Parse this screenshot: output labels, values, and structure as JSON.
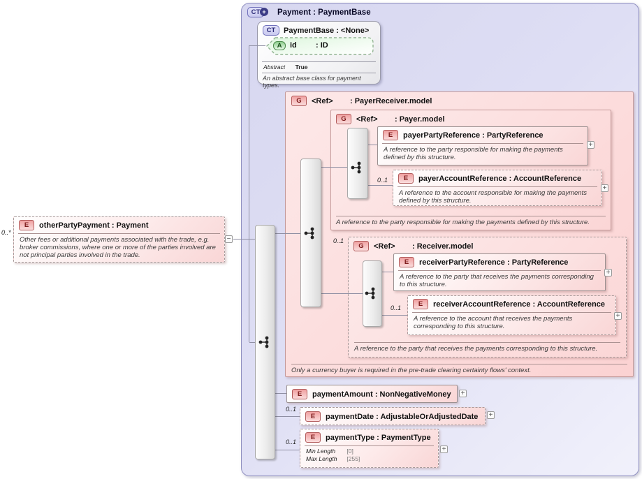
{
  "colors": {
    "outer_fill": "#dcdcf4",
    "outer_border": "#8f8fc0",
    "group_fill": "#fbd4d4",
    "element_fill": "#fdeaea",
    "attribute_fill": "#e9f9e9",
    "badge_element_text": "#7c1a1a",
    "badge_attribute_text": "#1a521a",
    "badge_complextype_text": "#2b2b77",
    "connector": "#8f8fa3"
  },
  "root": {
    "badge": "CT",
    "expand_icon": "+",
    "title": "Payment : PaymentBase"
  },
  "base": {
    "badge": "CT",
    "title": "PaymentBase : <None>",
    "attribute": {
      "badge": "A",
      "name": "id",
      "type": ": ID"
    },
    "abstract_label": "Abstract",
    "abstract_value": "True",
    "description": "An abstract base class for payment types."
  },
  "payer_receiver": {
    "badge": "G",
    "name": "<Ref>",
    "type": ": PayerReceiver.model",
    "footer": "Only a currency buyer is required in the pre-trade clearing certainty flows' context."
  },
  "payer": {
    "badge": "G",
    "name": "<Ref>",
    "type": ": Payer.model",
    "footer": "A reference to the party responsible for making the payments defined by this structure."
  },
  "receiver": {
    "badge": "G",
    "occurrence": "0..1",
    "name": "<Ref>",
    "type": ": Receiver.model",
    "footer": "A reference to the party that receives the payments corresponding to this structure."
  },
  "elements": {
    "payerPartyReference": {
      "badge": "E",
      "title": "payerPartyReference : PartyReference",
      "description": "A reference to the party responsible for making the payments defined by this structure.",
      "expand": "+"
    },
    "payerAccountReference": {
      "badge": "E",
      "occurrence": "0..1",
      "title": "payerAccountReference : AccountReference",
      "description": "A reference to the account responsible for making the payments defined by this structure.",
      "expand": "+"
    },
    "receiverPartyReference": {
      "badge": "E",
      "title": "receiverPartyReference : PartyReference",
      "description": "A reference to the party that receives the payments corresponding to this structure.",
      "expand": "+"
    },
    "receiverAccountReference": {
      "badge": "E",
      "occurrence": "0..1",
      "title": "receiverAccountReference : AccountReference",
      "description": "A reference to the account that receives the payments corresponding to this structure.",
      "expand": "+"
    },
    "paymentAmount": {
      "badge": "E",
      "title": "paymentAmount : NonNegativeMoney",
      "expand": "+"
    },
    "paymentDate": {
      "badge": "E",
      "occurrence": "0..1",
      "title": "paymentDate : AdjustableOrAdjustedDate",
      "expand": "+"
    },
    "paymentType": {
      "badge": "E",
      "occurrence": "0..1",
      "title": "paymentType : PaymentType",
      "expand": "+",
      "min_length_label": "Min Length",
      "min_length_value": "[0]",
      "max_length_label": "Max Length",
      "max_length_value": "[255]"
    },
    "otherPartyPayment": {
      "badge": "E",
      "occurrence": "0..*",
      "title": "otherPartyPayment : Payment",
      "description": "Other fees or additional payments associated with the trade, e.g. broker commissions, where one or more of the parties involved are not principal parties involved in the trade.",
      "collapse": "−"
    }
  }
}
